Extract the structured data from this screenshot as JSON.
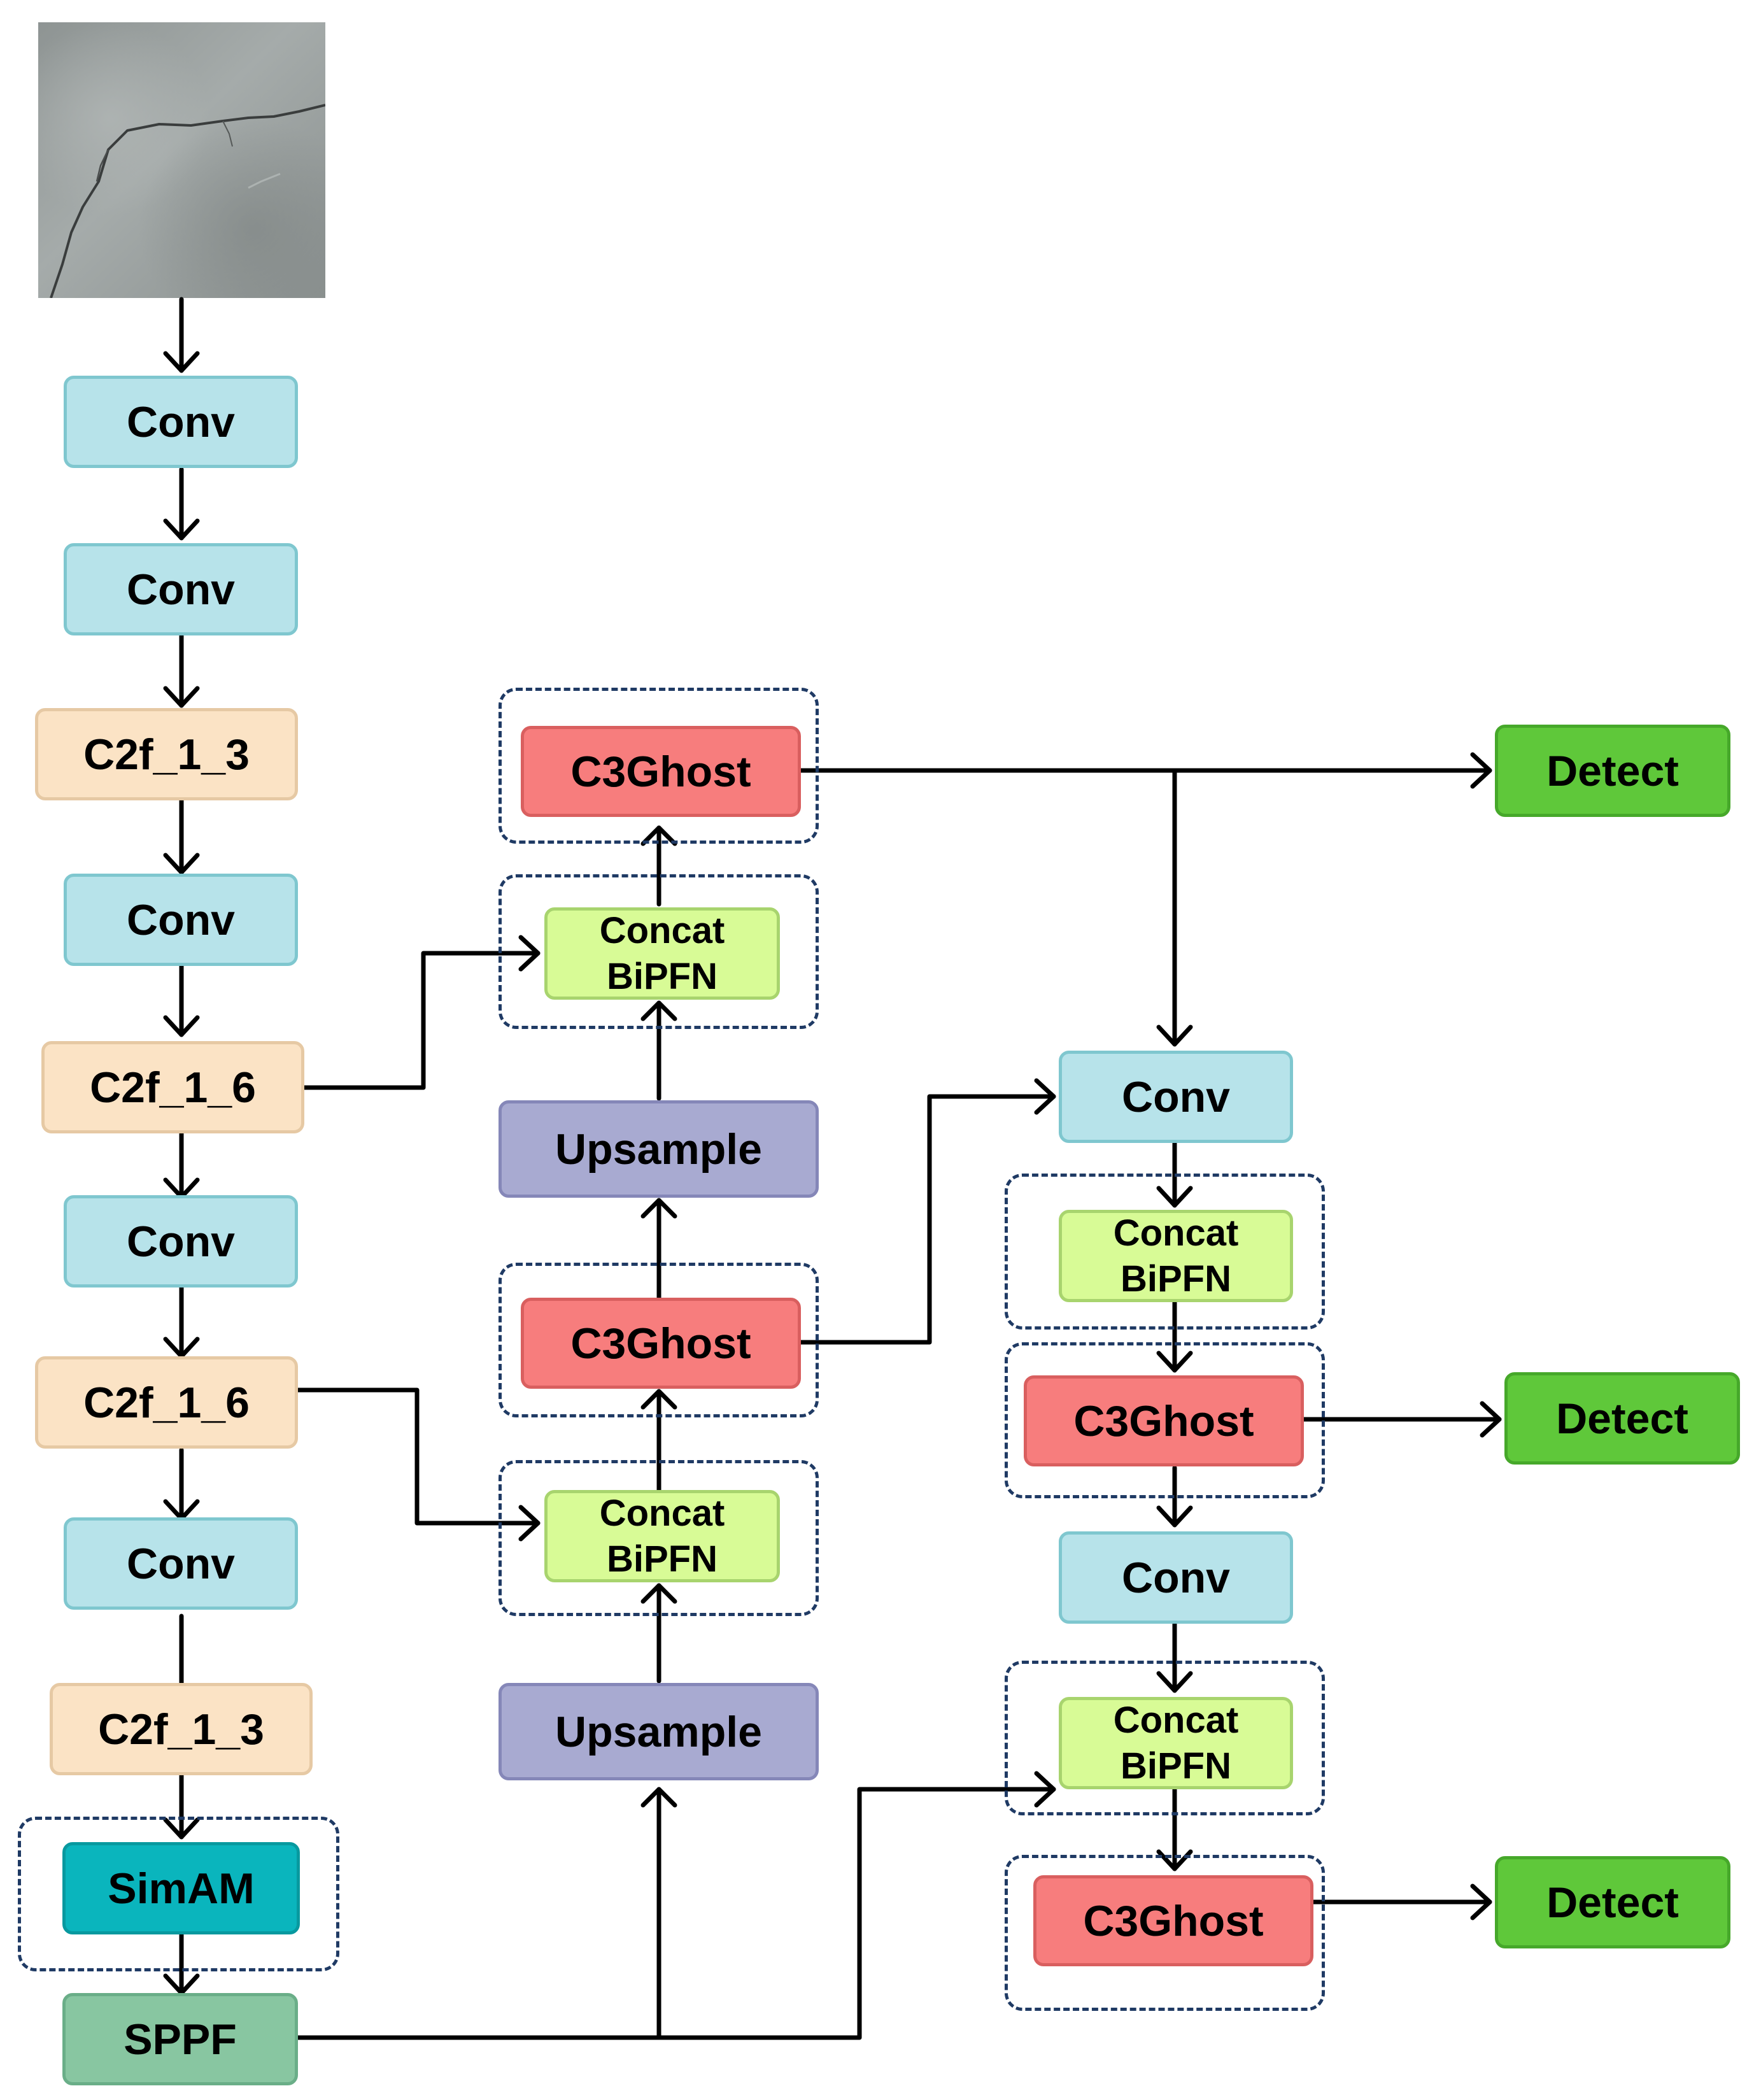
{
  "diagram": {
    "input_image": "input-crack-photo",
    "colors": {
      "conv": "#b7e3ea",
      "c2f": "#fbe3c5",
      "simam": "#0ab5bd",
      "sppf": "#88c6a1",
      "c3ghost": "#f77d7d",
      "concat": "#d8fb96",
      "upsample": "#a8aad1",
      "detect": "#5fc83a",
      "arrow": "#000000",
      "dashed_group": "#1f3a64"
    },
    "backbone": {
      "conv_1": "Conv",
      "conv_2": "Conv",
      "c2f_1": "C2f_1_3",
      "conv_3": "Conv",
      "c2f_2": "C2f_1_6",
      "conv_4": "Conv",
      "c2f_3": "C2f_1_6",
      "conv_5": "Conv",
      "c2f_4": "C2f_1_3",
      "simam": "SimAM",
      "sppf": "SPPF"
    },
    "neck_up": {
      "upsample_1": "Upsample",
      "concat_1": {
        "line1": "Concat",
        "line2": "BiPFN"
      },
      "c3ghost_1": "C3Ghost",
      "upsample_2": "Upsample",
      "concat_2": {
        "line1": "Concat",
        "line2": "BiPFN"
      },
      "c3ghost_2": "C3Ghost"
    },
    "neck_down": {
      "conv_1": "Conv",
      "concat_1": {
        "line1": "Concat",
        "line2": "BiPFN"
      },
      "c3ghost_1": "C3Ghost",
      "conv_2": "Conv",
      "concat_2": {
        "line1": "Concat",
        "line2": "BiPFN"
      },
      "c3ghost_2": "C3Ghost"
    },
    "heads": {
      "detect_1": "Detect",
      "detect_2": "Detect",
      "detect_3": "Detect"
    }
  }
}
